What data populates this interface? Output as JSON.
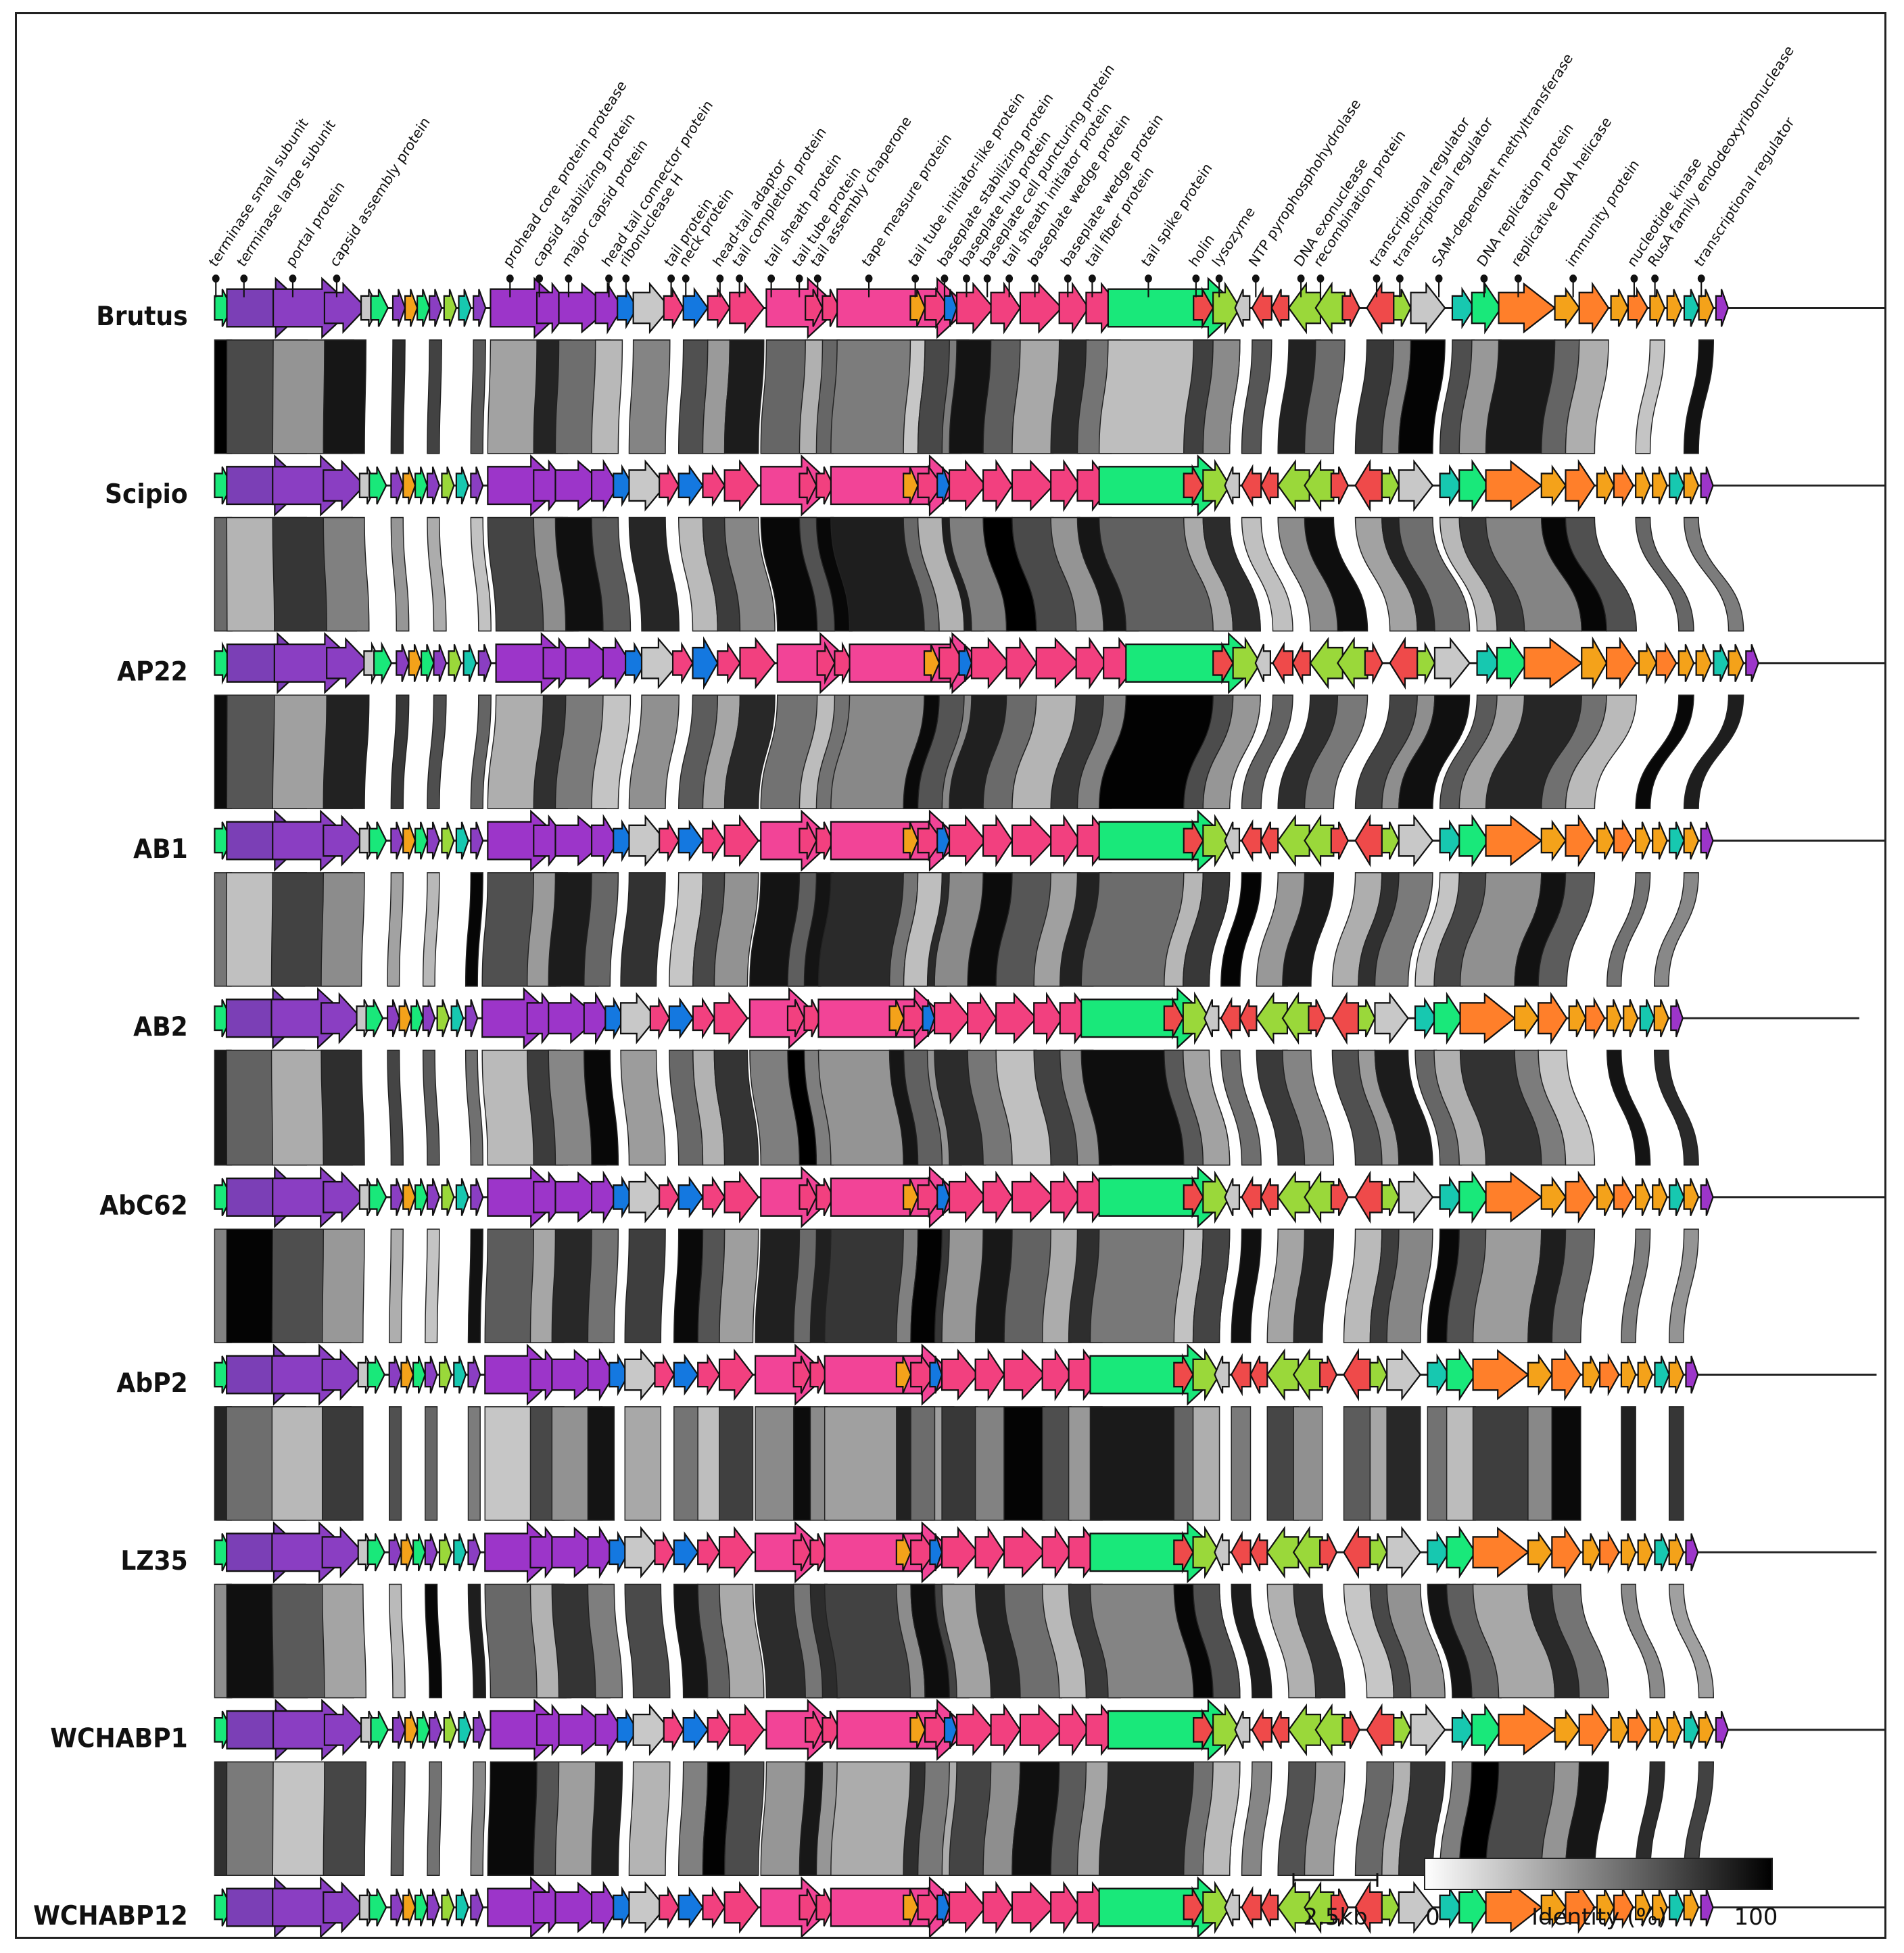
{
  "genomes": [
    "Brutus",
    "Scipio",
    "AP22",
    "AB1",
    "AB2",
    "AbC62",
    "AbP2",
    "LZ35",
    "WCHABP1",
    "WCHABP12"
  ],
  "annotations": [
    "terminase small subunit",
    "terminase large subunit",
    "portal protein",
    "capsid assembly protein",
    "prohead core protein protease",
    "capsid stabilizing protein",
    "major capsid protein",
    "head tail connector protein",
    "ribonuclease H",
    "tail protein",
    "neck protein",
    "head-tail adaptor",
    "tail completion protein",
    "tail sheath protein",
    "tail tube protein",
    "tail assembly chaperone",
    "tape measure protein",
    "tail tube initiator-like protein",
    "baseplate stabilizing protein",
    "baseplate hub protein",
    "baseplate cell puncturing protein",
    "tail sheath initiator protein",
    "baseplate wedge protein",
    "baseplate wedge protein",
    "tail fiber protein",
    "tail spike protein",
    "holin",
    "lysozyme",
    "NTP pyrophosphohydrolase",
    "DNA exonuclease",
    "recombination protein",
    "transcriptional regulator",
    "transcriptional regulator",
    "SAM-dependent methyltransferase",
    "DNA replication protein",
    "replicative DNA helicase",
    "immunity protein",
    "nucleotide kinase",
    "RusA family endodeoxyribonuclease",
    "transcriptional regulator"
  ],
  "scale_bar": {
    "label": "2.5kb"
  },
  "identity_legend": {
    "min_label": "0",
    "title": "Identity (%)",
    "max_label": "100"
  },
  "colors": {
    "terminase": "#7b3fb6",
    "portal": "#8a3ec2",
    "blue": "#1478e0",
    "structural": "#f2407f",
    "tape": "#f24497",
    "tail_spike": "#19e87a",
    "green": "#4ad04a",
    "lime": "#9ad83a",
    "teal": "#17c8b0",
    "orange": "#ff7f2a",
    "amber": "#f4a21a",
    "grey": "#c8c8c8",
    "purple_small": "#9c35c9",
    "red": "#ef4a4a",
    "identity_low": "#ffffff",
    "identity_high": "#000000"
  }
}
